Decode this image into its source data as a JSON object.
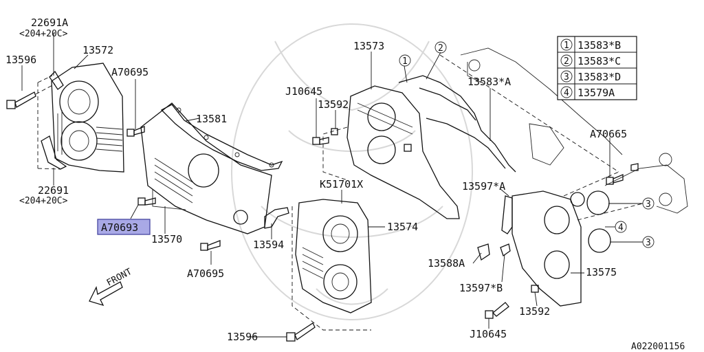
{
  "labels": {
    "p22691a": "22691A",
    "p22691a_sub": "<204+20C>",
    "p13596_top": "13596",
    "p13572": "13572",
    "pA70695_top": "A70695",
    "p13581": "13581",
    "p22691": "22691",
    "p22691_sub": "<204+20C>",
    "pA70693": "A70693",
    "p13570": "13570",
    "p13594": "13594",
    "pA70695_bot": "A70695",
    "front": "FRONT",
    "p13573": "13573",
    "pJ10645_top": "J10645",
    "p13592_top": "13592",
    "pK51701X": "K51701X",
    "p13574": "13574",
    "p13596_bot": "13596",
    "p13583A": "13583*A",
    "p13597A": "13597*A",
    "p13588A": "13588A",
    "p13597B": "13597*B",
    "p13592_bot": "13592",
    "pJ10645_bot": "J10645",
    "pA70665": "A70665",
    "p13575": "13575",
    "code": "A022001156"
  },
  "callouts": {
    "c1": "1",
    "c2": "2",
    "c3a": "3",
    "c3b": "3",
    "c4": "4"
  },
  "legend": [
    {
      "num": "1",
      "part": "13583*B"
    },
    {
      "num": "2",
      "part": "13583*C"
    },
    {
      "num": "3",
      "part": "13583*D"
    },
    {
      "num": "4",
      "part": "13579A"
    }
  ],
  "highlight_color": "#a9a9e6"
}
